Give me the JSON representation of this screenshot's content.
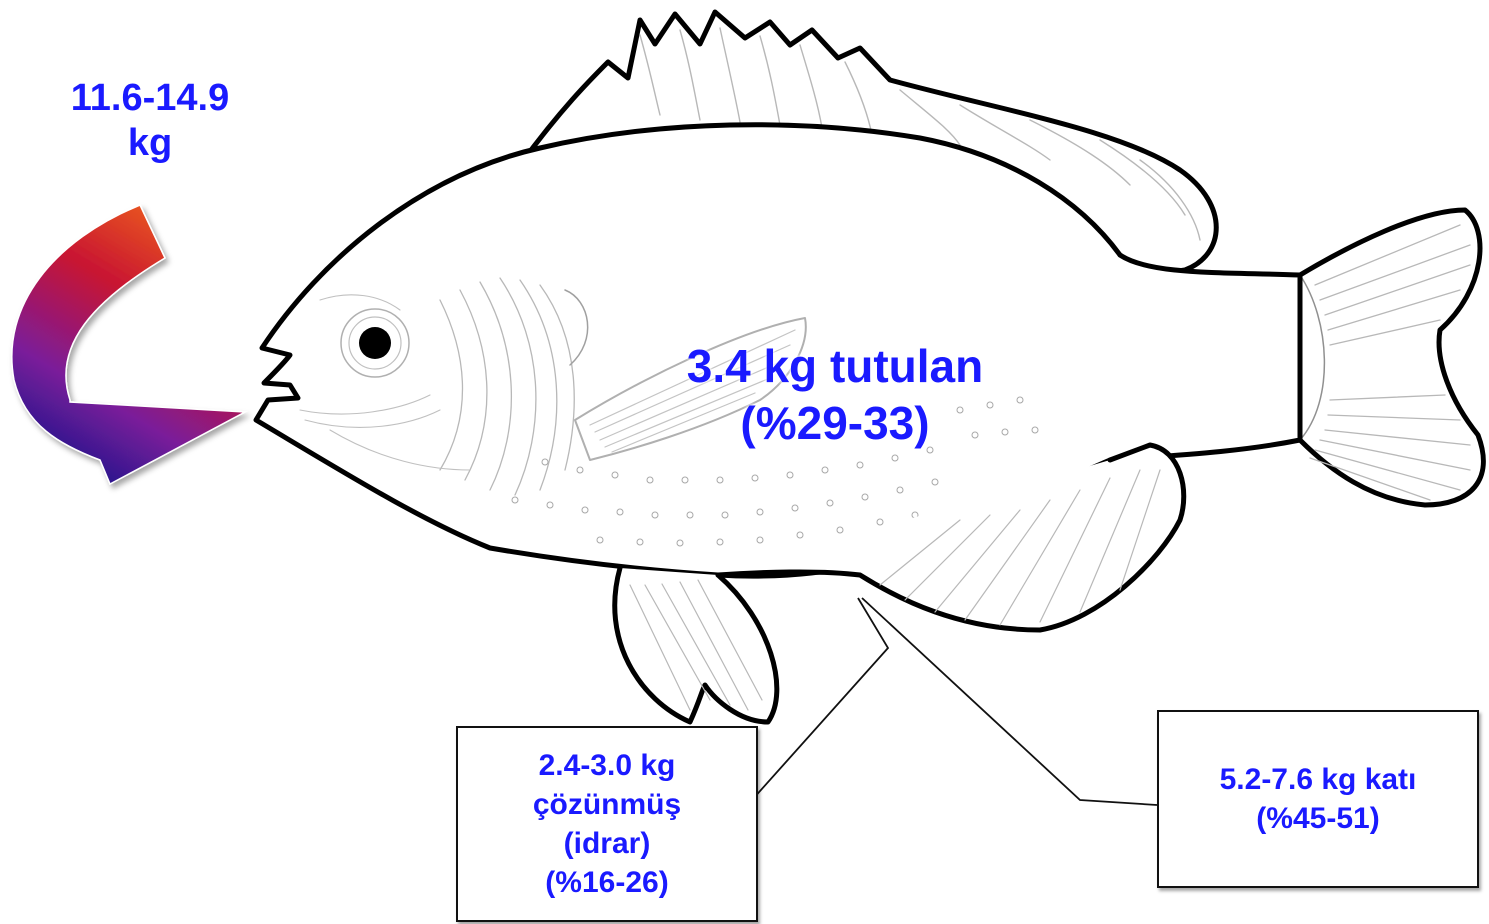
{
  "feed_input": {
    "line1": "11.6-14.9",
    "line2": "kg"
  },
  "retained": {
    "line1": "3.4 kg tutulan",
    "line2": "(%29-33)"
  },
  "dissolved": {
    "line1": "2.4-3.0 kg",
    "line2": "çözünmüş",
    "line3": "(idrar)",
    "line4": "(%16-26)"
  },
  "solid": {
    "line1": "5.2-7.6 kg katı",
    "line2": "(%45-51)"
  },
  "colors": {
    "label_text": "#1a1aff",
    "arrow_start": "#e8541a",
    "arrow_mid": "#c0103a",
    "arrow_end": "#1a1a9a"
  },
  "icons": {
    "fish": "fish-outline-illustration",
    "arrow": "curved-gradient-arrow"
  }
}
